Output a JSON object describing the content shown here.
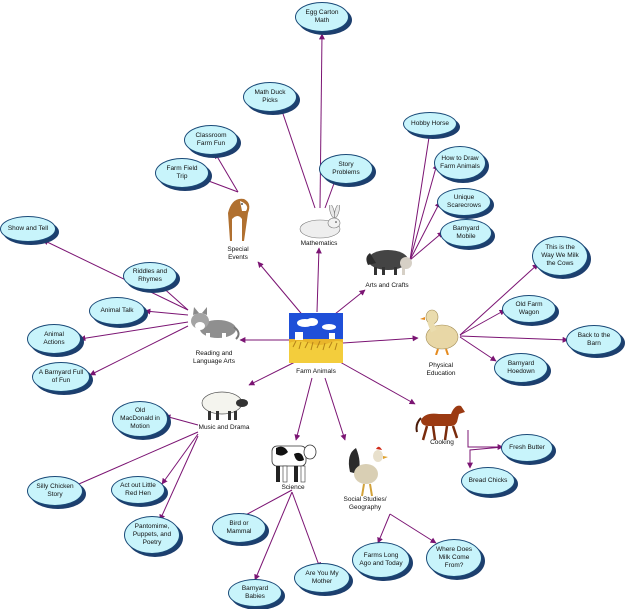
{
  "center": {
    "label": "Farm Animals"
  },
  "categories": {
    "mathematics": "Mathematics",
    "special_events": "Special Events",
    "arts_crafts": "Arts and Crafts",
    "reading": "Reading and Language Arts",
    "physical_ed": "Physical Education",
    "music_drama": "Music and Drama",
    "cooking": "Cooking",
    "science": "Science",
    "social_studies": "Social Studies/ Geography"
  },
  "bubbles": {
    "egg_carton_math": "Egg Carton Math",
    "math_duck_picks": "Math Duck Picks",
    "story_problems": "Story Problems",
    "classroom_farm_fun": "Classroom Farm Fun",
    "farm_field_trip": "Farm Field Trip",
    "hobby_horse": "Hobby Horse",
    "how_to_draw": "How to Draw Farm Animals",
    "unique_scarecrows": "Unique Scarecrows",
    "barnyard_mobile": "Barnyard Mobile",
    "show_and_tell": "Show and Tell",
    "riddles_rhymes": "Riddles and Rhymes",
    "animal_talk": "Animal Talk",
    "animal_actions": "Animal Actions",
    "barnyard_full_fun": "A Barnyard Full of Fun",
    "this_is_the_way": "This is the Way We Milk the Cows",
    "old_farm_wagon": "Old Farm Wagon",
    "back_to_barn": "Back to the Barn",
    "barnyard_hoedown": "Barnyard Hoedown",
    "old_macdonald": "Old MacDonald in Motion",
    "silly_chicken": "Silly Chicken Story",
    "act_out_red_hen": "Act out Little Red Hen",
    "pantomime": "Pantomime, Puppets, and Poetry",
    "fresh_butter": "Fresh Butter",
    "bread_chicks": "Bread Chicks",
    "bird_or_mammal": "Bird or Mammal",
    "barnyard_babies": "Barnyard Babies",
    "are_you_my_mother": "Are You My Mother",
    "farms_long_ago": "Farms Long Ago and Today",
    "where_milk": "Where Does Milk Come From?"
  },
  "colors": {
    "line": "#7b1473",
    "bubble_fill": "#c8f4fb",
    "bubble_border": "#1a4a78",
    "shadow": "#1d3f6e"
  }
}
